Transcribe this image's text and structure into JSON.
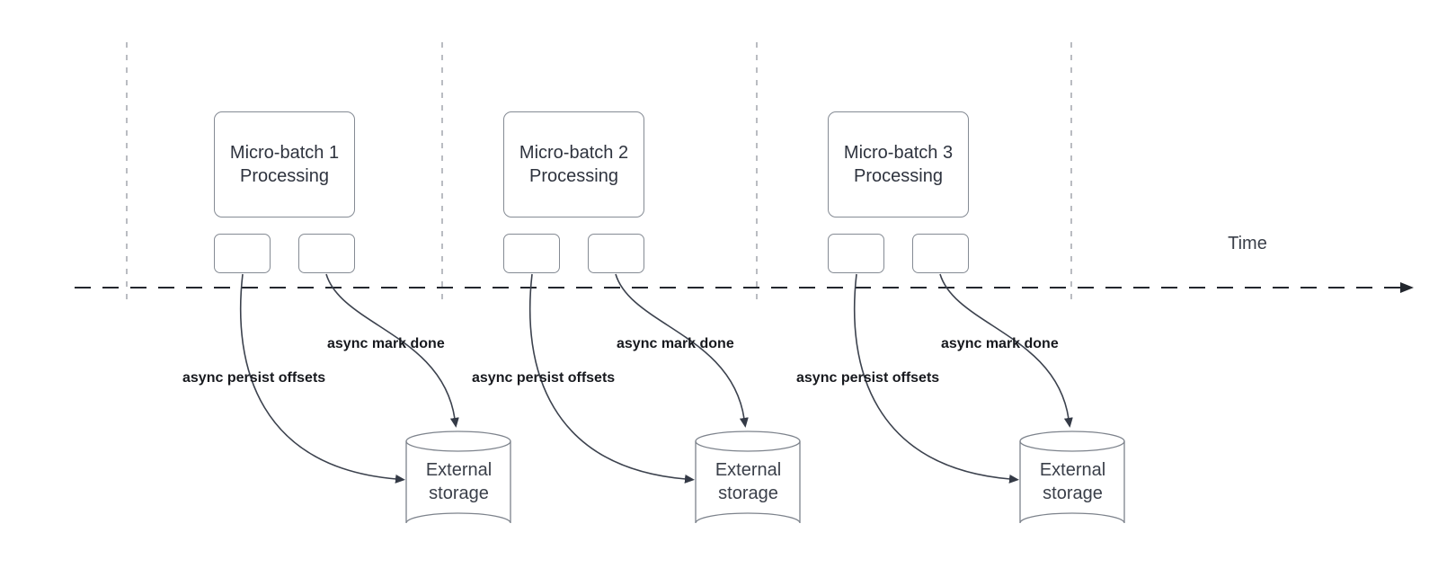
{
  "timeline": {
    "label": "Time"
  },
  "batches": [
    {
      "title_line1": "Micro-batch 1",
      "title_line2": "Processing",
      "persist_label": "async persist offsets",
      "done_label": "async mark done",
      "storage_line1": "External",
      "storage_line2": "storage"
    },
    {
      "title_line1": "Micro-batch 2",
      "title_line2": "Processing",
      "persist_label": "async persist offsets",
      "done_label": "async mark done",
      "storage_line1": "External",
      "storage_line2": "storage"
    },
    {
      "title_line1": "Micro-batch 3",
      "title_line2": "Processing",
      "persist_label": "async persist offsets",
      "done_label": "async mark done",
      "storage_line1": "External",
      "storage_line2": "storage"
    }
  ],
  "colors": {
    "background": "#ffffff",
    "curve_stroke": "#3c424e",
    "axis_stroke": "#23272e",
    "guide_stroke": "#a8acb2",
    "box_border": "#858b94",
    "box_text": "#2e333e",
    "async_label_text": "#17191e"
  }
}
